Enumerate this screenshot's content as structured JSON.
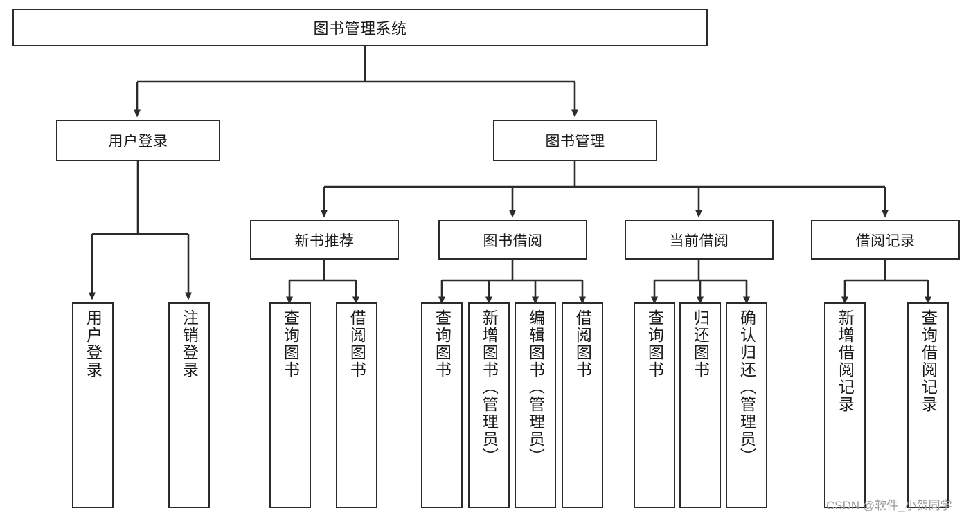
{
  "diagram": {
    "type": "tree",
    "title": "图书管理系统",
    "root": {
      "label": "图书管理系统"
    },
    "level2": [
      {
        "label": "用户登录"
      },
      {
        "label": "图书管理"
      }
    ],
    "level3": [
      {
        "label": "新书推荐"
      },
      {
        "label": "图书借阅"
      },
      {
        "label": "当前借阅"
      },
      {
        "label": "借阅记录"
      }
    ],
    "leaves": {
      "user_login": [
        {
          "label": "用户登录"
        },
        {
          "label": "注销登录"
        }
      ],
      "new_book": [
        {
          "label": "查询图书"
        },
        {
          "label": "借阅图书"
        }
      ],
      "book_borrow": [
        {
          "label": "查询图书"
        },
        {
          "label": "新增图书（管理员）"
        },
        {
          "label": "编辑图书（管理员）"
        },
        {
          "label": "借阅图书"
        }
      ],
      "current_borrow": [
        {
          "label": "查询图书"
        },
        {
          "label": "归还图书"
        },
        {
          "label": "确认归还（管理员）"
        }
      ],
      "borrow_record": [
        {
          "label": "新增借阅记录"
        },
        {
          "label": "查询借阅记录"
        }
      ]
    }
  },
  "watermark": {
    "text": "CSDN @软件_小贺同学"
  },
  "colors": {
    "stroke": "#2b2b2b",
    "fill": "#ffffff",
    "text": "#1a1a1a",
    "watermark": "#9a9a9a"
  }
}
